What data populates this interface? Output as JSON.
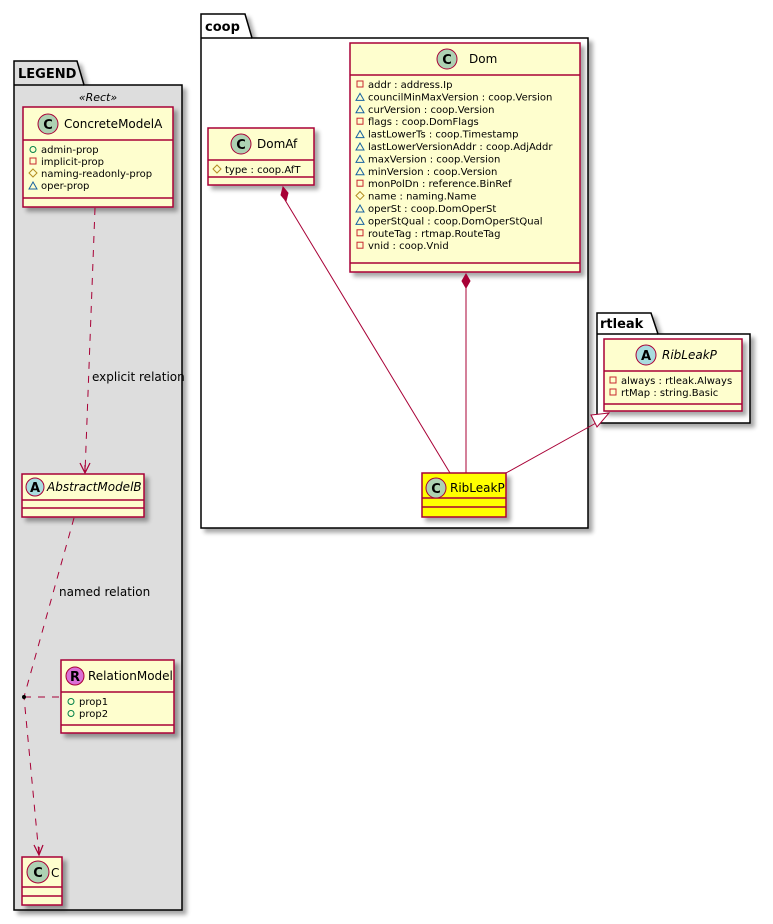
{
  "colors": {
    "class_fill": "#FEFECE",
    "class_border": "#A80036",
    "highlight_fill": "#FFFF00",
    "legend_fill": "#DDDDDD",
    "spot_class": "#ADD1B2",
    "spot_abstract": "#A9DCDF",
    "spot_relation": "#DA70D6",
    "vis_public": "#038048",
    "vis_private": "#C82930",
    "vis_protected": "#B38D22",
    "vis_package": "#1963A0"
  },
  "packages": {
    "legend": {
      "name": "LEGEND",
      "stereotype": "«Rect»"
    },
    "coop": {
      "name": "coop"
    },
    "rtleak": {
      "name": "rtleak"
    }
  },
  "classes": {
    "concrete_model_a": {
      "name": "ConcreteModelA",
      "spot": "C",
      "attributes": [
        {
          "vis": "public",
          "text": "admin-prop"
        },
        {
          "vis": "private",
          "text": "implicit-prop"
        },
        {
          "vis": "protected",
          "text": "naming-readonly-prop"
        },
        {
          "vis": "package",
          "text": "oper-prop"
        }
      ]
    },
    "abstract_model_b": {
      "name": "AbstractModelB",
      "spot": "A"
    },
    "relation_model": {
      "name": "RelationModel",
      "spot": "R",
      "attributes": [
        {
          "vis": "public",
          "text": "prop1"
        },
        {
          "vis": "public",
          "text": "prop2"
        }
      ]
    },
    "c": {
      "name": "C",
      "spot": "C"
    },
    "dom_af": {
      "name": "DomAf",
      "spot": "C",
      "attributes": [
        {
          "vis": "protected",
          "text": "type : coop.AfT"
        }
      ]
    },
    "dom": {
      "name": "Dom",
      "spot": "C",
      "attributes": [
        {
          "vis": "private",
          "text": "addr : address.Ip"
        },
        {
          "vis": "package",
          "text": "councilMinMaxVersion : coop.Version"
        },
        {
          "vis": "package",
          "text": "curVersion : coop.Version"
        },
        {
          "vis": "private",
          "text": "flags : coop.DomFlags"
        },
        {
          "vis": "package",
          "text": "lastLowerTs : coop.Timestamp"
        },
        {
          "vis": "package",
          "text": "lastLowerVersionAddr : coop.AdjAddr"
        },
        {
          "vis": "package",
          "text": "maxVersion : coop.Version"
        },
        {
          "vis": "package",
          "text": "minVersion : coop.Version"
        },
        {
          "vis": "private",
          "text": "monPolDn : reference.BinRef"
        },
        {
          "vis": "protected",
          "text": "name : naming.Name"
        },
        {
          "vis": "package",
          "text": "operSt : coop.DomOperSt"
        },
        {
          "vis": "package",
          "text": "operStQual : coop.DomOperStQual"
        },
        {
          "vis": "private",
          "text": "routeTag : rtmap.RouteTag"
        },
        {
          "vis": "private",
          "text": "vnid : coop.Vnid"
        }
      ]
    },
    "rib_leak_p_coop": {
      "name": "RibLeakP",
      "spot": "C"
    },
    "rib_leak_p_rtleak": {
      "name": "RibLeakP",
      "spot": "A",
      "attributes": [
        {
          "vis": "private",
          "text": "always : rtleak.Always"
        },
        {
          "vis": "private",
          "text": "rtMap : string.Basic"
        }
      ]
    }
  },
  "relations": {
    "explicit": {
      "label": "explicit relation"
    },
    "named": {
      "label": "named relation"
    }
  }
}
